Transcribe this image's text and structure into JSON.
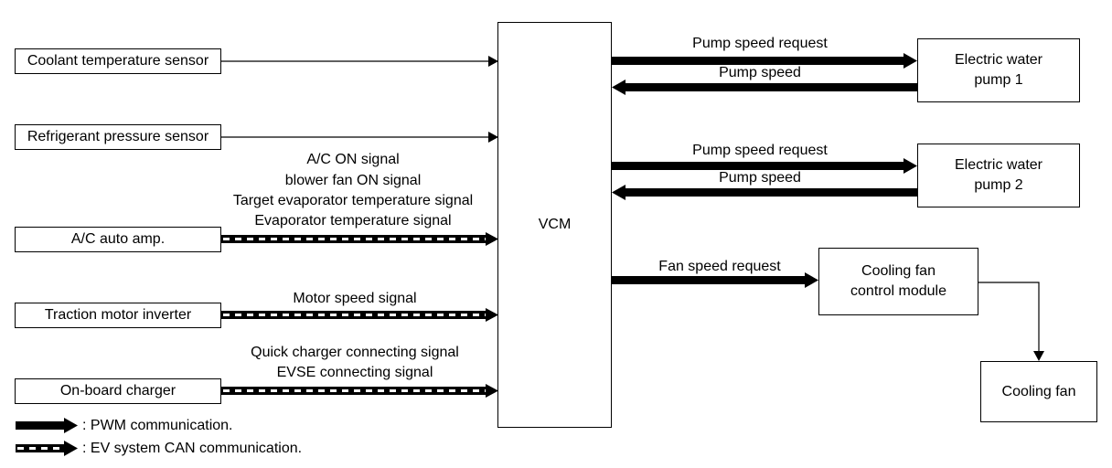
{
  "inputs": {
    "coolant_sensor": "Coolant temperature sensor",
    "refrigerant_sensor": "Refrigerant pressure sensor",
    "ac_amp": "A/C auto amp.",
    "inverter": "Traction motor inverter",
    "charger": "On-board charger"
  },
  "center": {
    "vcm": "VCM"
  },
  "outputs": {
    "pump1": [
      "Electric water",
      "pump 1"
    ],
    "pump2": [
      "Electric water",
      "pump 2"
    ],
    "fan_module": [
      "Cooling fan",
      "control module"
    ],
    "fan": "Cooling fan"
  },
  "signals": {
    "ac_amp": [
      "A/C ON signal",
      "blower fan ON signal",
      "Target evaporator temperature signal",
      "Evaporator temperature signal"
    ],
    "inverter": "Motor speed signal",
    "charger": [
      "Quick charger connecting signal",
      "EVSE connecting signal"
    ],
    "pump1_request": "Pump speed request",
    "pump1_speed": "Pump speed",
    "pump2_request": "Pump speed request",
    "pump2_speed": "Pump speed",
    "fan_request": "Fan speed request"
  },
  "legend": {
    "pwm": ": PWM communication.",
    "can": ": EV system CAN communication."
  }
}
